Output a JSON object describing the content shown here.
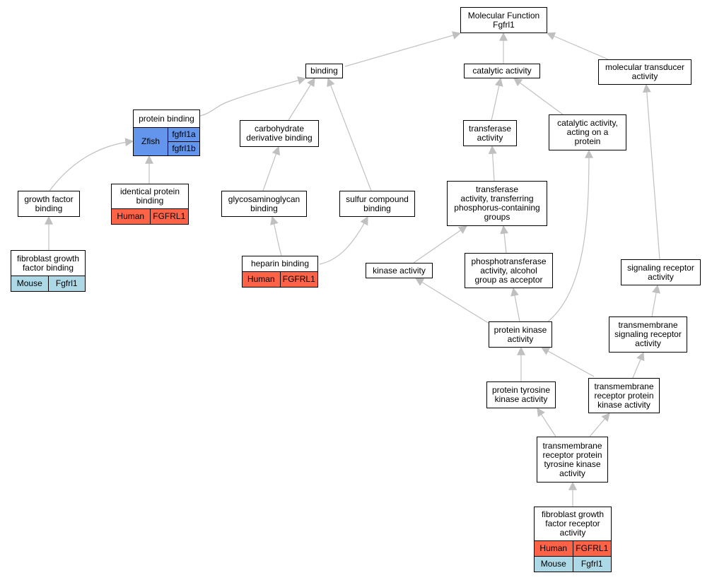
{
  "colors": {
    "human": "#ff6347",
    "mouse": "#add8e6",
    "zfish": "#6495ed",
    "edge": "#c0c0c0"
  },
  "nodes": {
    "mf": {
      "label": "Molecular Function\nFgfrl1"
    },
    "bind": {
      "label": "binding"
    },
    "cat": {
      "label": "catalytic activity"
    },
    "mtr": {
      "label": "molecular transducer\nactivity"
    },
    "pbind": {
      "label": "protein binding",
      "species": "Zfish",
      "genes": [
        "fgfrl1a",
        "fgfrl1b"
      ]
    },
    "carb": {
      "label": "carbohydrate\nderivative binding"
    },
    "trans": {
      "label": "transferase\nactivity"
    },
    "catp": {
      "label": "catalytic activity,\nacting on a\nprotein"
    },
    "gfb": {
      "label": "growth factor\nbinding"
    },
    "ipb": {
      "label": "identical protein\nbinding",
      "rows": [
        {
          "species": "Human",
          "gene": "FGFRL1"
        }
      ]
    },
    "gag": {
      "label": "glycosaminoglycan\nbinding"
    },
    "sulf": {
      "label": "sulfur compound\nbinding"
    },
    "tphos": {
      "label": "transferase\nactivity, transferring\nphosphorus-containing\ngroups"
    },
    "fgfb": {
      "label": "fibroblast growth\nfactor binding",
      "rows": [
        {
          "species": "Mouse",
          "gene": "Fgfrl1"
        }
      ]
    },
    "hep": {
      "label": "heparin binding",
      "rows": [
        {
          "species": "Human",
          "gene": "FGFRL1"
        }
      ]
    },
    "kin": {
      "label": "kinase activity"
    },
    "pta": {
      "label": "phosphotransferase\nactivity, alcohol\ngroup as acceptor"
    },
    "sra": {
      "label": "signaling receptor\nactivity"
    },
    "pka": {
      "label": "protein kinase\nactivity"
    },
    "tsra": {
      "label": "transmembrane\nsignaling receptor\nactivity"
    },
    "ptk": {
      "label": "protein tyrosine\nkinase activity"
    },
    "trpk": {
      "label": "transmembrane\nreceptor protein\nkinase activity"
    },
    "trptk": {
      "label": "transmembrane\nreceptor protein\ntyrosine kinase\nactivity"
    },
    "fgfr": {
      "label": "fibroblast growth\nfactor receptor\nactivity",
      "rows": [
        {
          "species": "Human",
          "gene": "FGFRL1"
        },
        {
          "species": "Mouse",
          "gene": "Fgfrl1"
        }
      ]
    }
  }
}
